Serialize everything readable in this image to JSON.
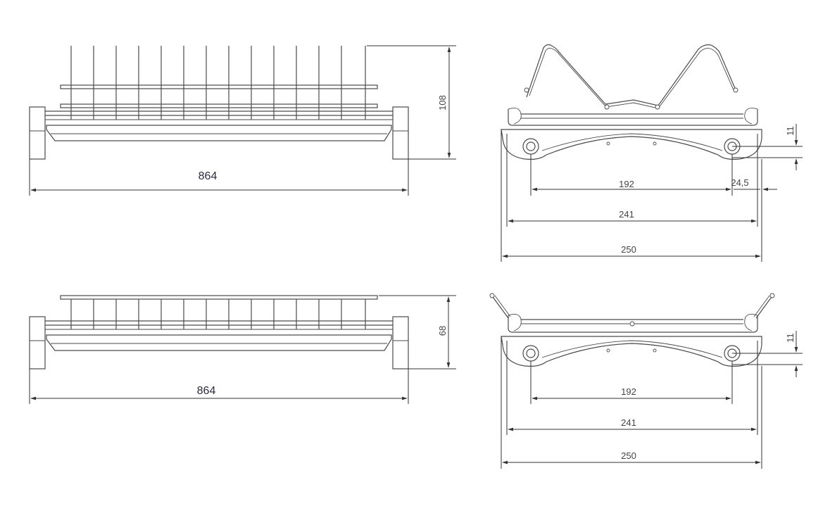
{
  "drawing": {
    "top_front": {
      "width_label": "864",
      "height_label": "108"
    },
    "bottom_front": {
      "width_label": "864",
      "height_label": "68"
    },
    "top_side": {
      "gap_label": "11",
      "inner_label": "192",
      "offset_label": "24,5",
      "mid_label": "241",
      "outer_label": "250"
    },
    "bottom_side": {
      "gap_label": "11",
      "inner_label": "192",
      "mid_label": "241",
      "outer_label": "250"
    }
  }
}
